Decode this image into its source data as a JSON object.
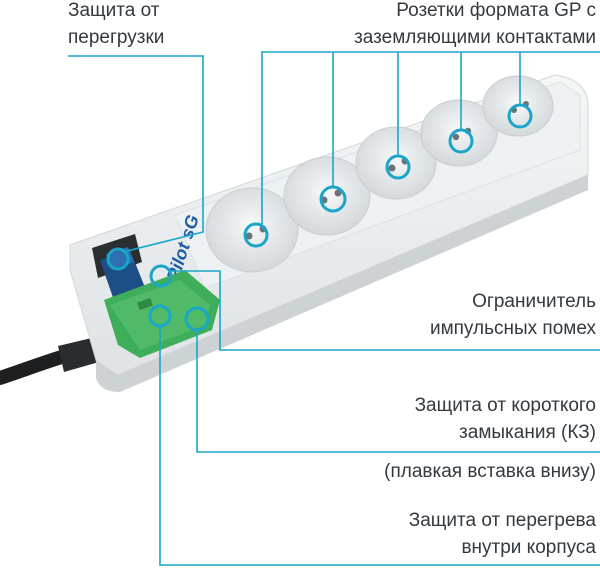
{
  "labels": {
    "overload": {
      "line1": "Защита от",
      "line2": "перегрузки"
    },
    "sockets": {
      "line1": "Розетки формата GP с",
      "line2": "заземляющими контактами"
    },
    "surge": {
      "line1": "Ограничитель",
      "line2": "импульсных помех"
    },
    "short": {
      "line1": "Защита от короткого",
      "line2": "замыкания (КЗ)"
    },
    "fuse_note": "(плавкая вставка внизу)",
    "overheat": {
      "line1": "Защита от перегрева",
      "line2": "внутри корпуса"
    }
  },
  "product": {
    "brand": "Pilot sG"
  },
  "colors": {
    "accent": "#1aa6c8",
    "text": "#333a40",
    "body": "#f2f4f5",
    "switch": "#1c4f86",
    "board": "#3fae5a"
  }
}
